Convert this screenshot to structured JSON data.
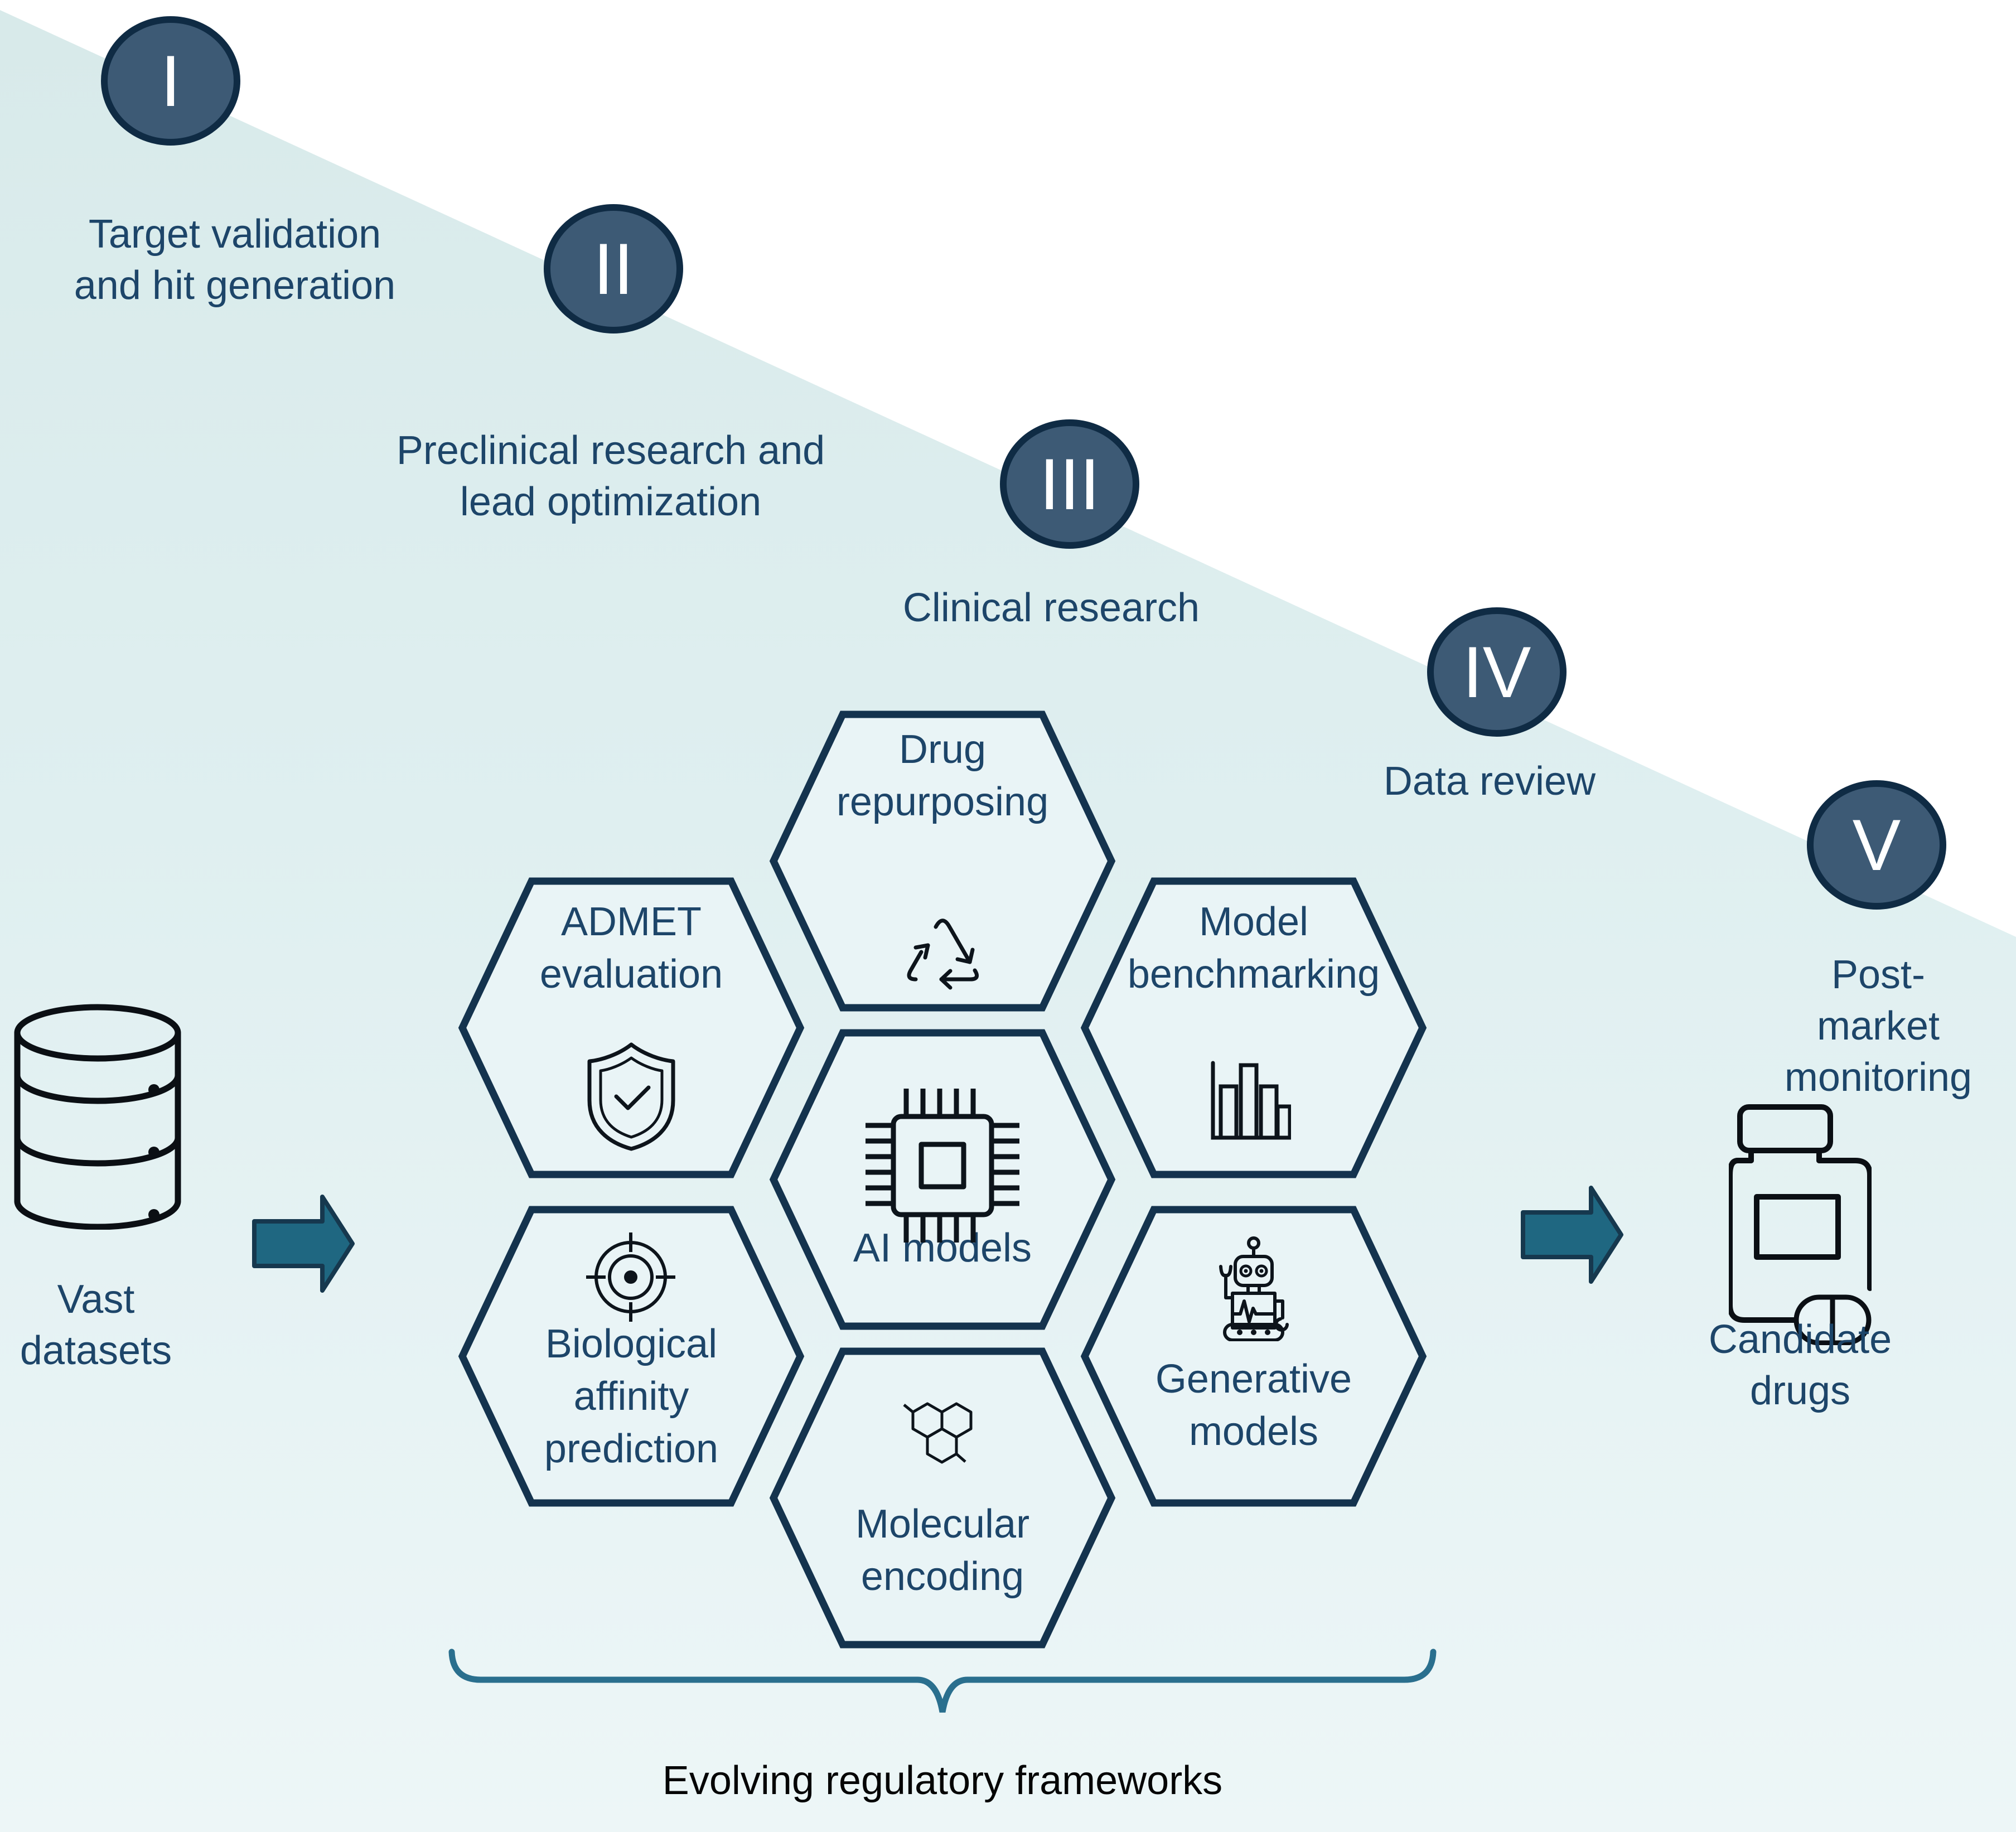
{
  "stages": [
    {
      "numeral": "I",
      "label": "Target validation\nand hit generation"
    },
    {
      "numeral": "II",
      "label": "Preclinical research and\nlead optimization"
    },
    {
      "numeral": "III",
      "label": "Clinical research"
    },
    {
      "numeral": "IV",
      "label": "Data review"
    },
    {
      "numeral": "V",
      "label": "Post-market\nmonitoring"
    }
  ],
  "input": {
    "label": "Vast\ndatasets"
  },
  "output": {
    "label": "Candidate\ndrugs"
  },
  "hexagons": [
    {
      "id": "drug-repurposing",
      "line1": "Drug",
      "line2": "repurposing",
      "icon": "recycle-icon"
    },
    {
      "id": "admet-evaluation",
      "line1": "ADMET",
      "line2": "evaluation",
      "icon": "shield-check-icon"
    },
    {
      "id": "model-benchmarking",
      "line1": "Model",
      "line2": "benchmarking",
      "icon": "bar-chart-icon"
    },
    {
      "id": "ai-models",
      "line1": "AI models",
      "icon": "chip-icon"
    },
    {
      "id": "biological-affinity-prediction",
      "line1": "Biological",
      "line2": "affinity",
      "line3": "prediction",
      "icon": "target-icon"
    },
    {
      "id": "generative-models",
      "line1": "Generative",
      "line2": "models",
      "icon": "robot-icon"
    },
    {
      "id": "molecular-encoding",
      "line1": "Molecular",
      "line2": "encoding",
      "icon": "molecule-icon"
    }
  ],
  "footer": {
    "brace_label": "Evolving regulatory frameworks"
  },
  "colors": {
    "circle_fill": "#3d5a75",
    "circle_border": "#0f2b44",
    "hex_border": "#14334e",
    "hex_fill": "#e9f4f6",
    "arrow_fill": "#1f6781",
    "arrow_border": "#16384e",
    "label_text": "#1d4569",
    "brace": "#2a6f8e",
    "background_teal": "#d8eaea"
  }
}
